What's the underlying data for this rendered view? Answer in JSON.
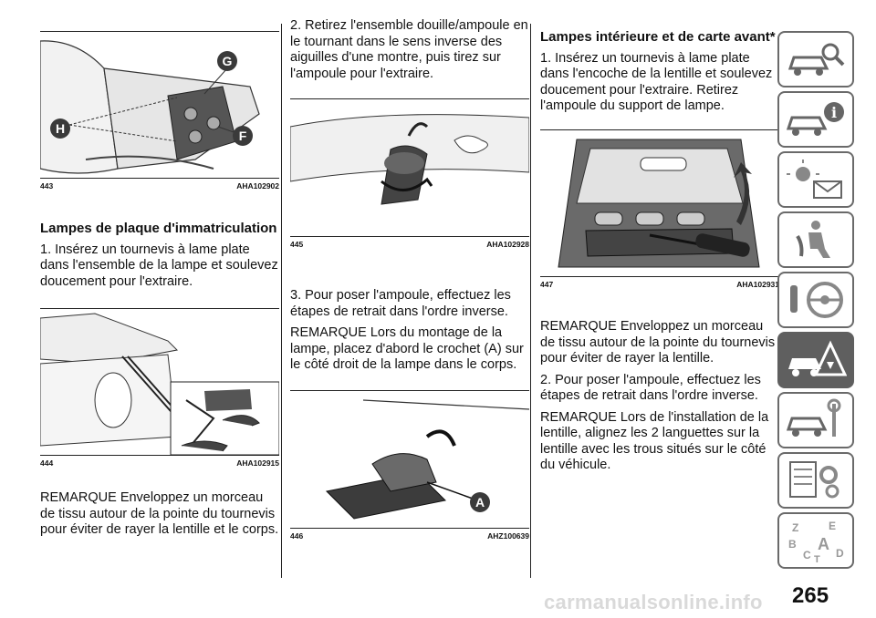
{
  "column1": {
    "fig443": {
      "number": "443",
      "code": "AHA102902",
      "callouts": [
        "G",
        "H",
        "F"
      ]
    },
    "heading": "Lampes de plaque d'immatriculation",
    "steps": [
      "1. Insérez un tournevis à lame plate dans l'ensemble de la lampe et soulevez doucement pour l'extraire."
    ],
    "fig444": {
      "number": "444",
      "code": "AHA102915"
    },
    "note": "REMARQUE Enveloppez un morceau de tissu autour de la pointe du tournevis pour éviter de rayer la lentille et le corps."
  },
  "column2": {
    "step2": "2. Retirez l'ensemble douille/ampoule en le tournant dans le sens inverse des aiguilles d'une montre, puis tirez sur l'ampoule pour l'extraire.",
    "fig445": {
      "number": "445",
      "code": "AHA102928"
    },
    "step3": "3. Pour poser l'ampoule, effectuez les étapes de retrait dans l'ordre inverse.",
    "note": "REMARQUE Lors du montage de la lampe, placez d'abord le crochet (A) sur le côté droit de la lampe dans le corps.",
    "fig446": {
      "number": "446",
      "code": "AHZ100639",
      "callout": "A"
    }
  },
  "column3": {
    "heading": "Lampes intérieure et de carte avant*",
    "step1": "1. Insérez un tournevis à lame plate dans l'encoche de la lentille et soulevez doucement pour l'extraire. Retirez l'ampoule du support de lampe.",
    "fig447": {
      "number": "447",
      "code": "AHA102931"
    },
    "note1": "REMARQUE Enveloppez un morceau de tissu autour de la pointe du tournevis pour éviter de rayer la lentille.",
    "step2": "2. Pour poser l'ampoule, effectuez les étapes de retrait dans l'ordre inverse.",
    "note2": "REMARQUE Lors de l'installation de la lentille, alignez les 2 languettes sur la lentille avec les trous situés sur le côté du véhicule."
  },
  "sidebar": {
    "tabs": [
      {
        "icon": "car-search-icon",
        "active": false
      },
      {
        "icon": "car-info-icon",
        "active": false
      },
      {
        "icon": "warning-light-message-icon",
        "active": false
      },
      {
        "icon": "airbag-seat-icon",
        "active": false
      },
      {
        "icon": "key-steering-wheel-icon",
        "active": false
      },
      {
        "icon": "car-breakdown-warning-icon",
        "active": true
      },
      {
        "icon": "car-wrench-icon",
        "active": false
      },
      {
        "icon": "specifications-gears-icon",
        "active": false
      },
      {
        "icon": "alphabet-index-icon",
        "active": false
      }
    ],
    "index_letters": [
      "Z",
      "E",
      "B",
      "A",
      "C",
      "T",
      "D"
    ]
  },
  "page_number": "265",
  "watermark": "carmanualsonline.info"
}
